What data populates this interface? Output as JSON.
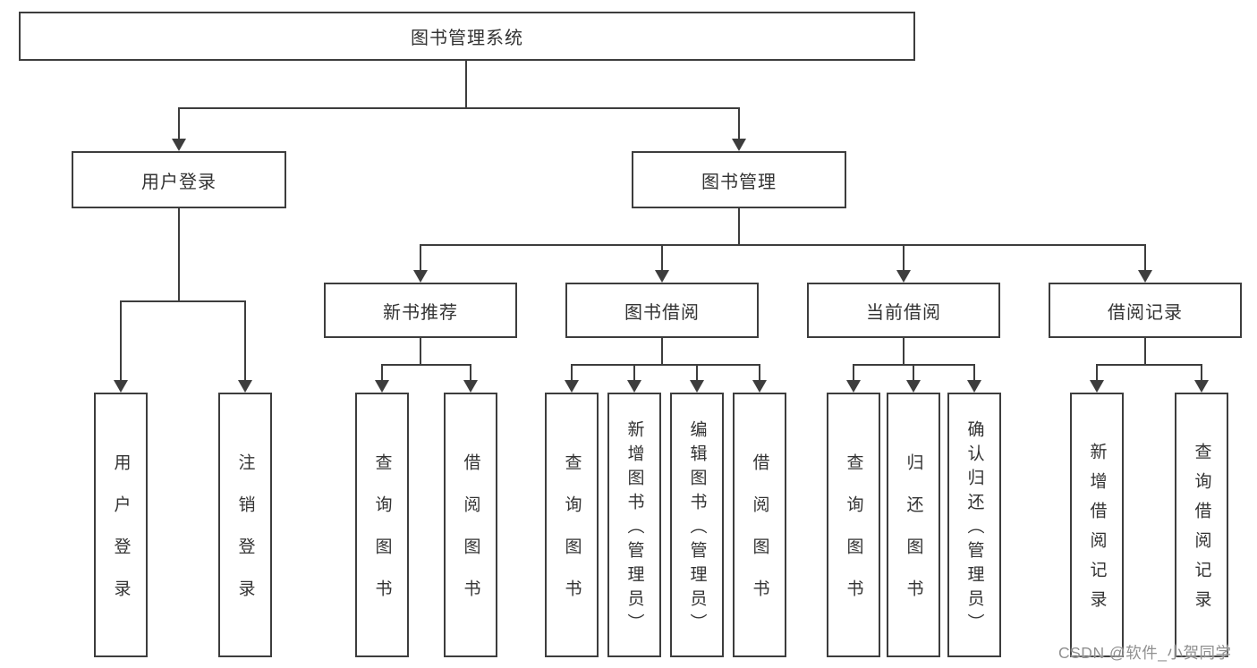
{
  "diagram": {
    "root": {
      "label": "图书管理系统"
    },
    "user_login": {
      "label": "用户登录",
      "children": [
        "用户登录",
        "注销登录"
      ]
    },
    "book_management": {
      "label": "图书管理"
    },
    "new_book_recommend": {
      "label": "新书推荐",
      "children": [
        "查询图书",
        "借阅图书"
      ]
    },
    "book_borrowing": {
      "label": "图书借阅",
      "children": [
        "查询图书",
        "新增图书（管理员）",
        "编辑图书（管理员）",
        "借阅图书"
      ]
    },
    "current_borrowing": {
      "label": "当前借阅",
      "children": [
        "查询图书",
        "归还图书",
        "确认归还（管理员）"
      ]
    },
    "borrowing_records": {
      "label": "借阅记录",
      "children": [
        "新增借阅记录",
        "查询借阅记录"
      ]
    }
  },
  "watermark": {
    "text": "CSDN @软件_小贺同学"
  },
  "colors": {
    "line": "#3d3d3d",
    "text": "#333333",
    "background": "#ffffff",
    "watermark": "#909090"
  }
}
